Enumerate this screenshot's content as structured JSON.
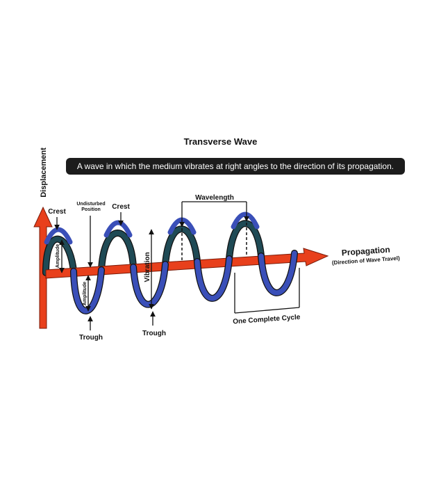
{
  "title": "Transverse Wave",
  "subtitle": "A wave in which the medium vibrates at right angles to the direction of its propagation.",
  "labels": {
    "displacement": "Displacement",
    "crest": "Crest",
    "undisturbed_line1": "Undisturbed",
    "undisturbed_line2": "Position",
    "amplitude": "Amplitude",
    "vibration": "Vibration",
    "wavelength": "Wavelength",
    "propagation": "Propagation",
    "propagation_sub": "(Direction of Wave Travel)",
    "trough": "Trough",
    "one_cycle": "One Complete Cycle"
  },
  "colors": {
    "wave_front": "#3a4fb8",
    "wave_back": "#1f4a55",
    "arrow": "#e8401c",
    "text": "#111111"
  }
}
